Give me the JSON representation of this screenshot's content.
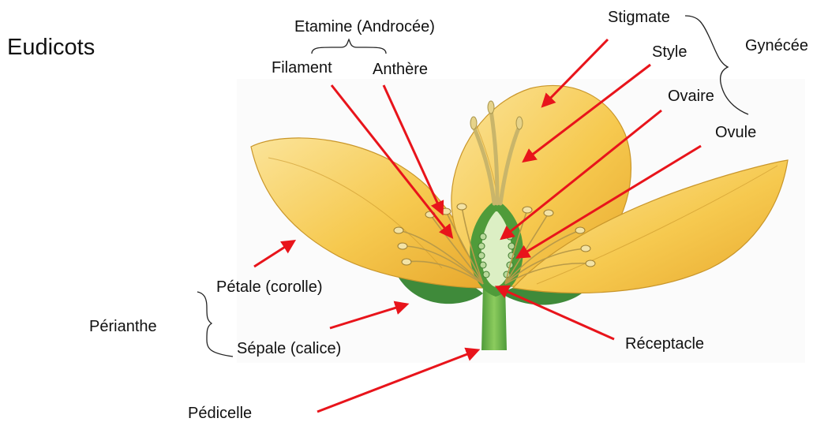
{
  "title": "Eudicots",
  "labels": {
    "etamine": "Etamine (Androcée)",
    "filament": "Filament",
    "anthere": "Anthère",
    "stigmate": "Stigmate",
    "style": "Style",
    "gynecee": "Gynécée",
    "ovaire": "Ovaire",
    "ovule": "Ovule",
    "petale": "Pétale (corolle)",
    "perianthe": "Périanthe",
    "sepale": "Sépale (calice)",
    "receptacle": "Réceptacle",
    "pedicelle": "Pédicelle"
  },
  "colors": {
    "arrow": "#e8141b",
    "petal": "#f6c94f",
    "petal_light": "#fbe49a",
    "petal_vein": "#c9962a",
    "sepal": "#3f8a3a",
    "stem": "#6fb84a",
    "ovary": "#b8d99a",
    "ovule": "#dcefc4"
  }
}
